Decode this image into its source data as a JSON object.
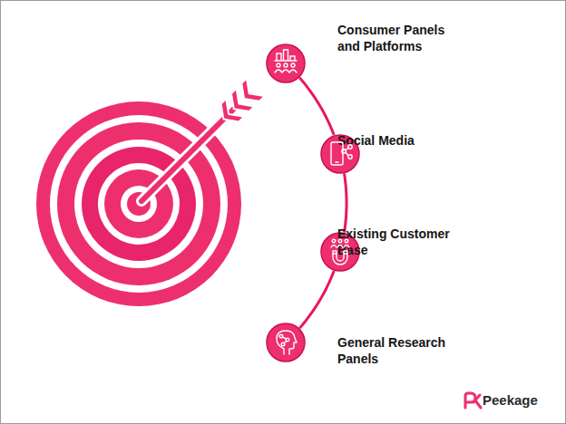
{
  "diagram": {
    "nodes": [
      {
        "text": [
          "Consumer Panels and Platforms"
        ]
      },
      {
        "text": [
          "Social Media"
        ]
      },
      {
        "text": [
          "Existing Customer Base"
        ]
      },
      {
        "text": [
          "General Research Panels"
        ]
      }
    ],
    "edges": [
      {
        "from": 0,
        "to": 1,
        "arrow": "none"
      },
      {
        "from": 1,
        "to": 2,
        "arrow": "none"
      },
      {
        "from": 2,
        "to": 3,
        "arrow": "none"
      }
    ],
    "labels": [
      "Peekage"
    ]
  }
}
